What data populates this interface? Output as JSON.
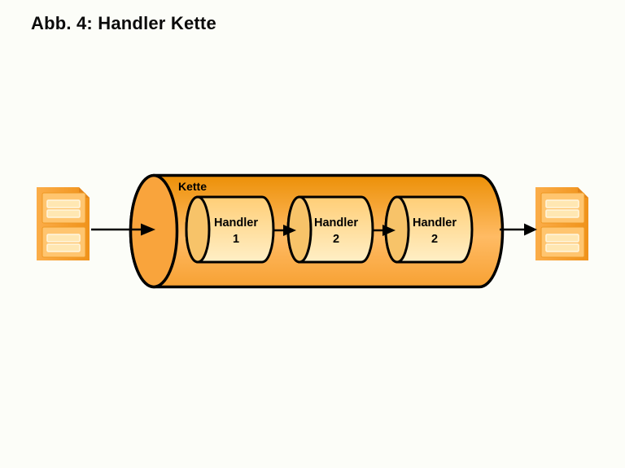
{
  "title": "Abb. 4: Handler Kette",
  "background": "#FCFDF8",
  "diagram": {
    "chain_label": "Kette",
    "handlers": [
      {
        "name": "Handler",
        "number": "1"
      },
      {
        "name": "Handler",
        "number": "2"
      },
      {
        "name": "Handler",
        "number": "2"
      }
    ],
    "icons": {
      "left": "document-icon",
      "right": "document-icon"
    },
    "colors": {
      "outline": "#000000",
      "arrow": "#000000",
      "chain_top": "#EC9007",
      "chain_mid": "#FFBB64",
      "chain_bottom": "#F7A133",
      "chain_cap": "#F9A43C",
      "handler_top": "#FFCE76",
      "handler_bottom": "#FFEFC6",
      "handler_cap": "#F7C369",
      "doc_light": "#FBAD49",
      "doc_dark": "#F0921A",
      "doc_fold": "#E2841A",
      "doc_panel": "#FFC56F",
      "doc_panel_border": "#EF9923",
      "doc_bar": "#FFE7B2",
      "doc_bar_highlight": "#FFF6DF"
    }
  }
}
